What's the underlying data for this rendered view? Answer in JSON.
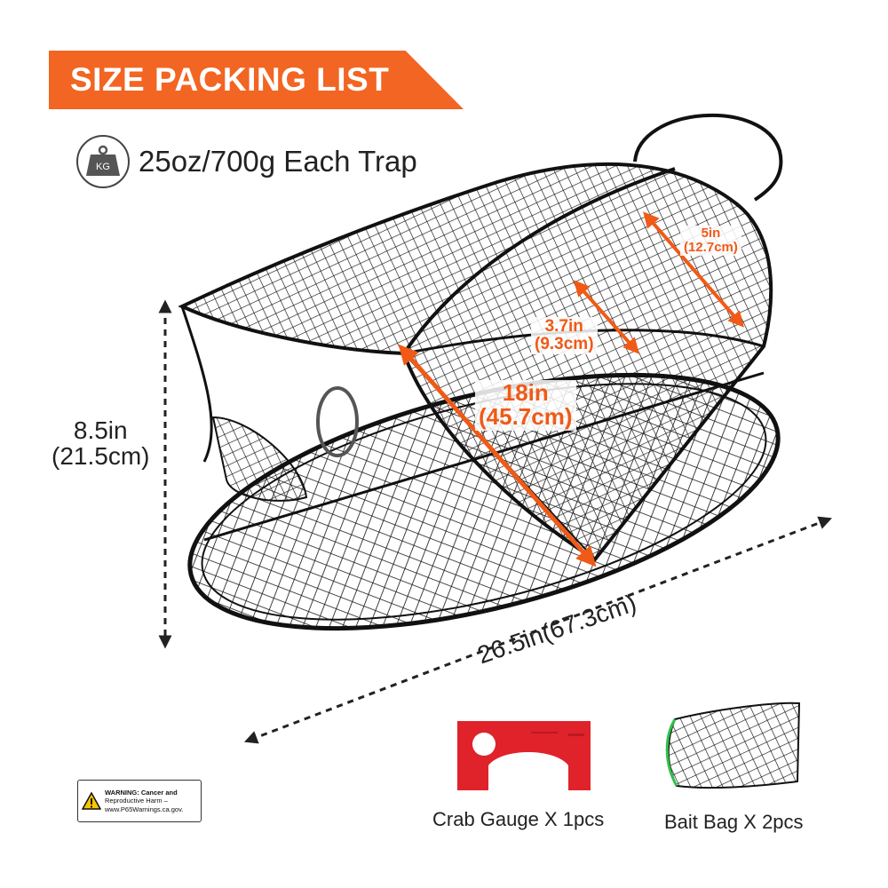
{
  "header": {
    "title": "SIZE PACKING LIST",
    "accent_color": "#f26522"
  },
  "weight": {
    "icon": "weight-kg-icon",
    "icon_label": "KG",
    "text": "25oz/700g Each Trap"
  },
  "dimensions": {
    "height": {
      "imperial": "8.5in",
      "metric": "(21.5cm)"
    },
    "length": {
      "text": "26.5in(67.3cm)"
    },
    "diameter": {
      "imperial": "18in",
      "metric": "(45.7cm)"
    },
    "entrance_small": {
      "imperial": "3.7in",
      "metric": "(9.3cm)"
    },
    "entrance_large": {
      "imperial": "5in",
      "metric": "(12.7cm)"
    },
    "highlight_color": "#f05a16"
  },
  "accessories": [
    {
      "label": "Crab Gauge X 1pcs",
      "icon": "crab-gauge-icon",
      "color": "#e0222b"
    },
    {
      "label": "Bait Bag X 2pcs",
      "icon": "bait-bag-icon",
      "color": "#2fc14a"
    }
  ],
  "warning": {
    "icon": "warning-triangle-icon",
    "heading": "WARNING: Cancer and",
    "line2": "Reproductive Harm –",
    "line3": "www.P65Warnings.ca.gov."
  }
}
